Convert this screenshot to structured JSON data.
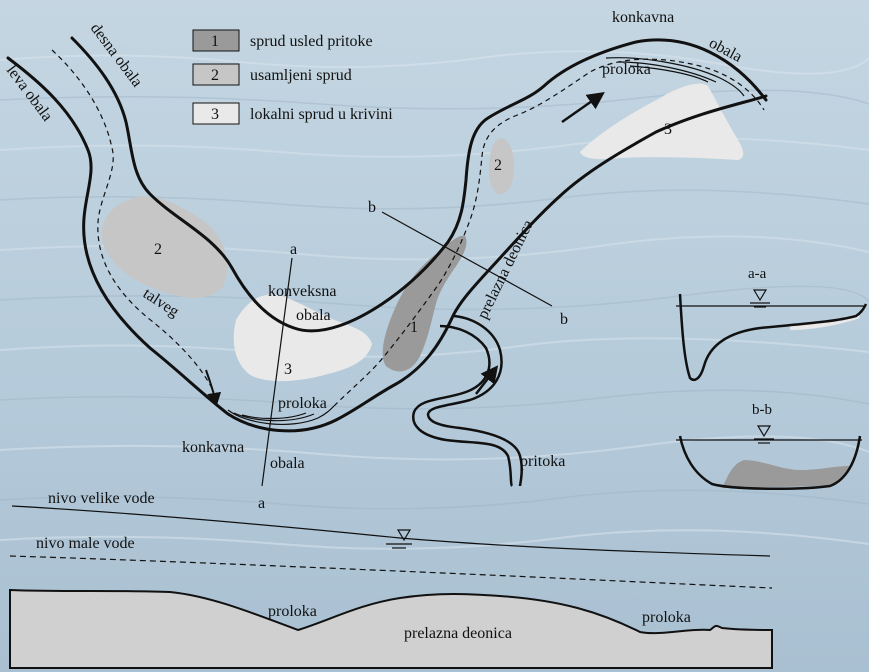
{
  "legend": [
    {
      "num": "1",
      "text": "sprud usled pritoke",
      "color": "#9a9a9a"
    },
    {
      "num": "2",
      "text": "usamljeni sprud",
      "color": "#c6c6c6"
    },
    {
      "num": "3",
      "text": "lokalni sprud u krivini",
      "color": "#e9e9e9"
    }
  ],
  "plan": {
    "leva_obala": "leva obala",
    "desna_obala": "desna obala",
    "talveg": "talveg",
    "konveksna": "konveksna",
    "obala_convex": "obala",
    "konkavna_bottom": "konkavna",
    "obala_bottom": "obala",
    "konkavna_top": "konkavna",
    "obala_top": "obala",
    "proloka_left": "proloka",
    "proloka_top": "proloka",
    "prelazna_deonica": "prelazna deonica",
    "pritoka": "pritoka",
    "a_top": "a",
    "a_bottom": "a",
    "b_left": "b",
    "b_right": "b",
    "bar2_left": "2",
    "bar2_right": "2",
    "bar1": "1",
    "bar3_left": "3",
    "bar3_right": "3"
  },
  "sections": {
    "aa_title": "a-a",
    "bb_title": "b-b"
  },
  "profile": {
    "nivo_velike": "nivo velike vode",
    "nivo_male": "nivo male vode",
    "proloka_left": "proloka",
    "prelazna_deonica": "prelazna deonica",
    "proloka_right": "proloka"
  },
  "colors": {
    "bar1": "#9a9a9a",
    "bar2": "#c6c6c6",
    "bar3": "#e9e9e9",
    "water_bg": "#b9cedd"
  }
}
